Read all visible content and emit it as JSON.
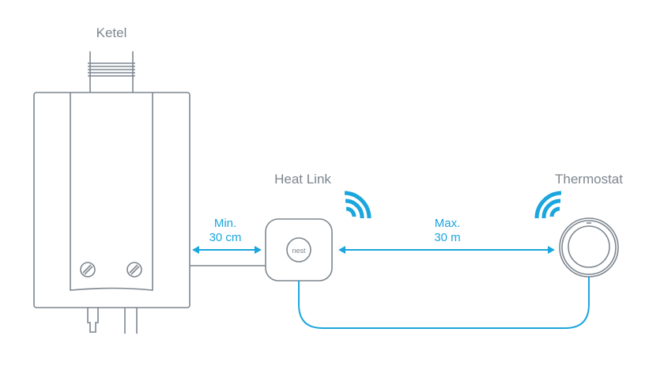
{
  "labels": {
    "boiler": "Ketel",
    "heat_link": "Heat Link",
    "thermostat": "Thermostat",
    "nest_logo": "nest"
  },
  "distances": {
    "min_line1": "Min.",
    "min_line2": "30 cm",
    "max_line1": "Max.",
    "max_line2": "30 m"
  },
  "colors": {
    "accent": "#1ba6dd",
    "line": "#7d868f"
  }
}
